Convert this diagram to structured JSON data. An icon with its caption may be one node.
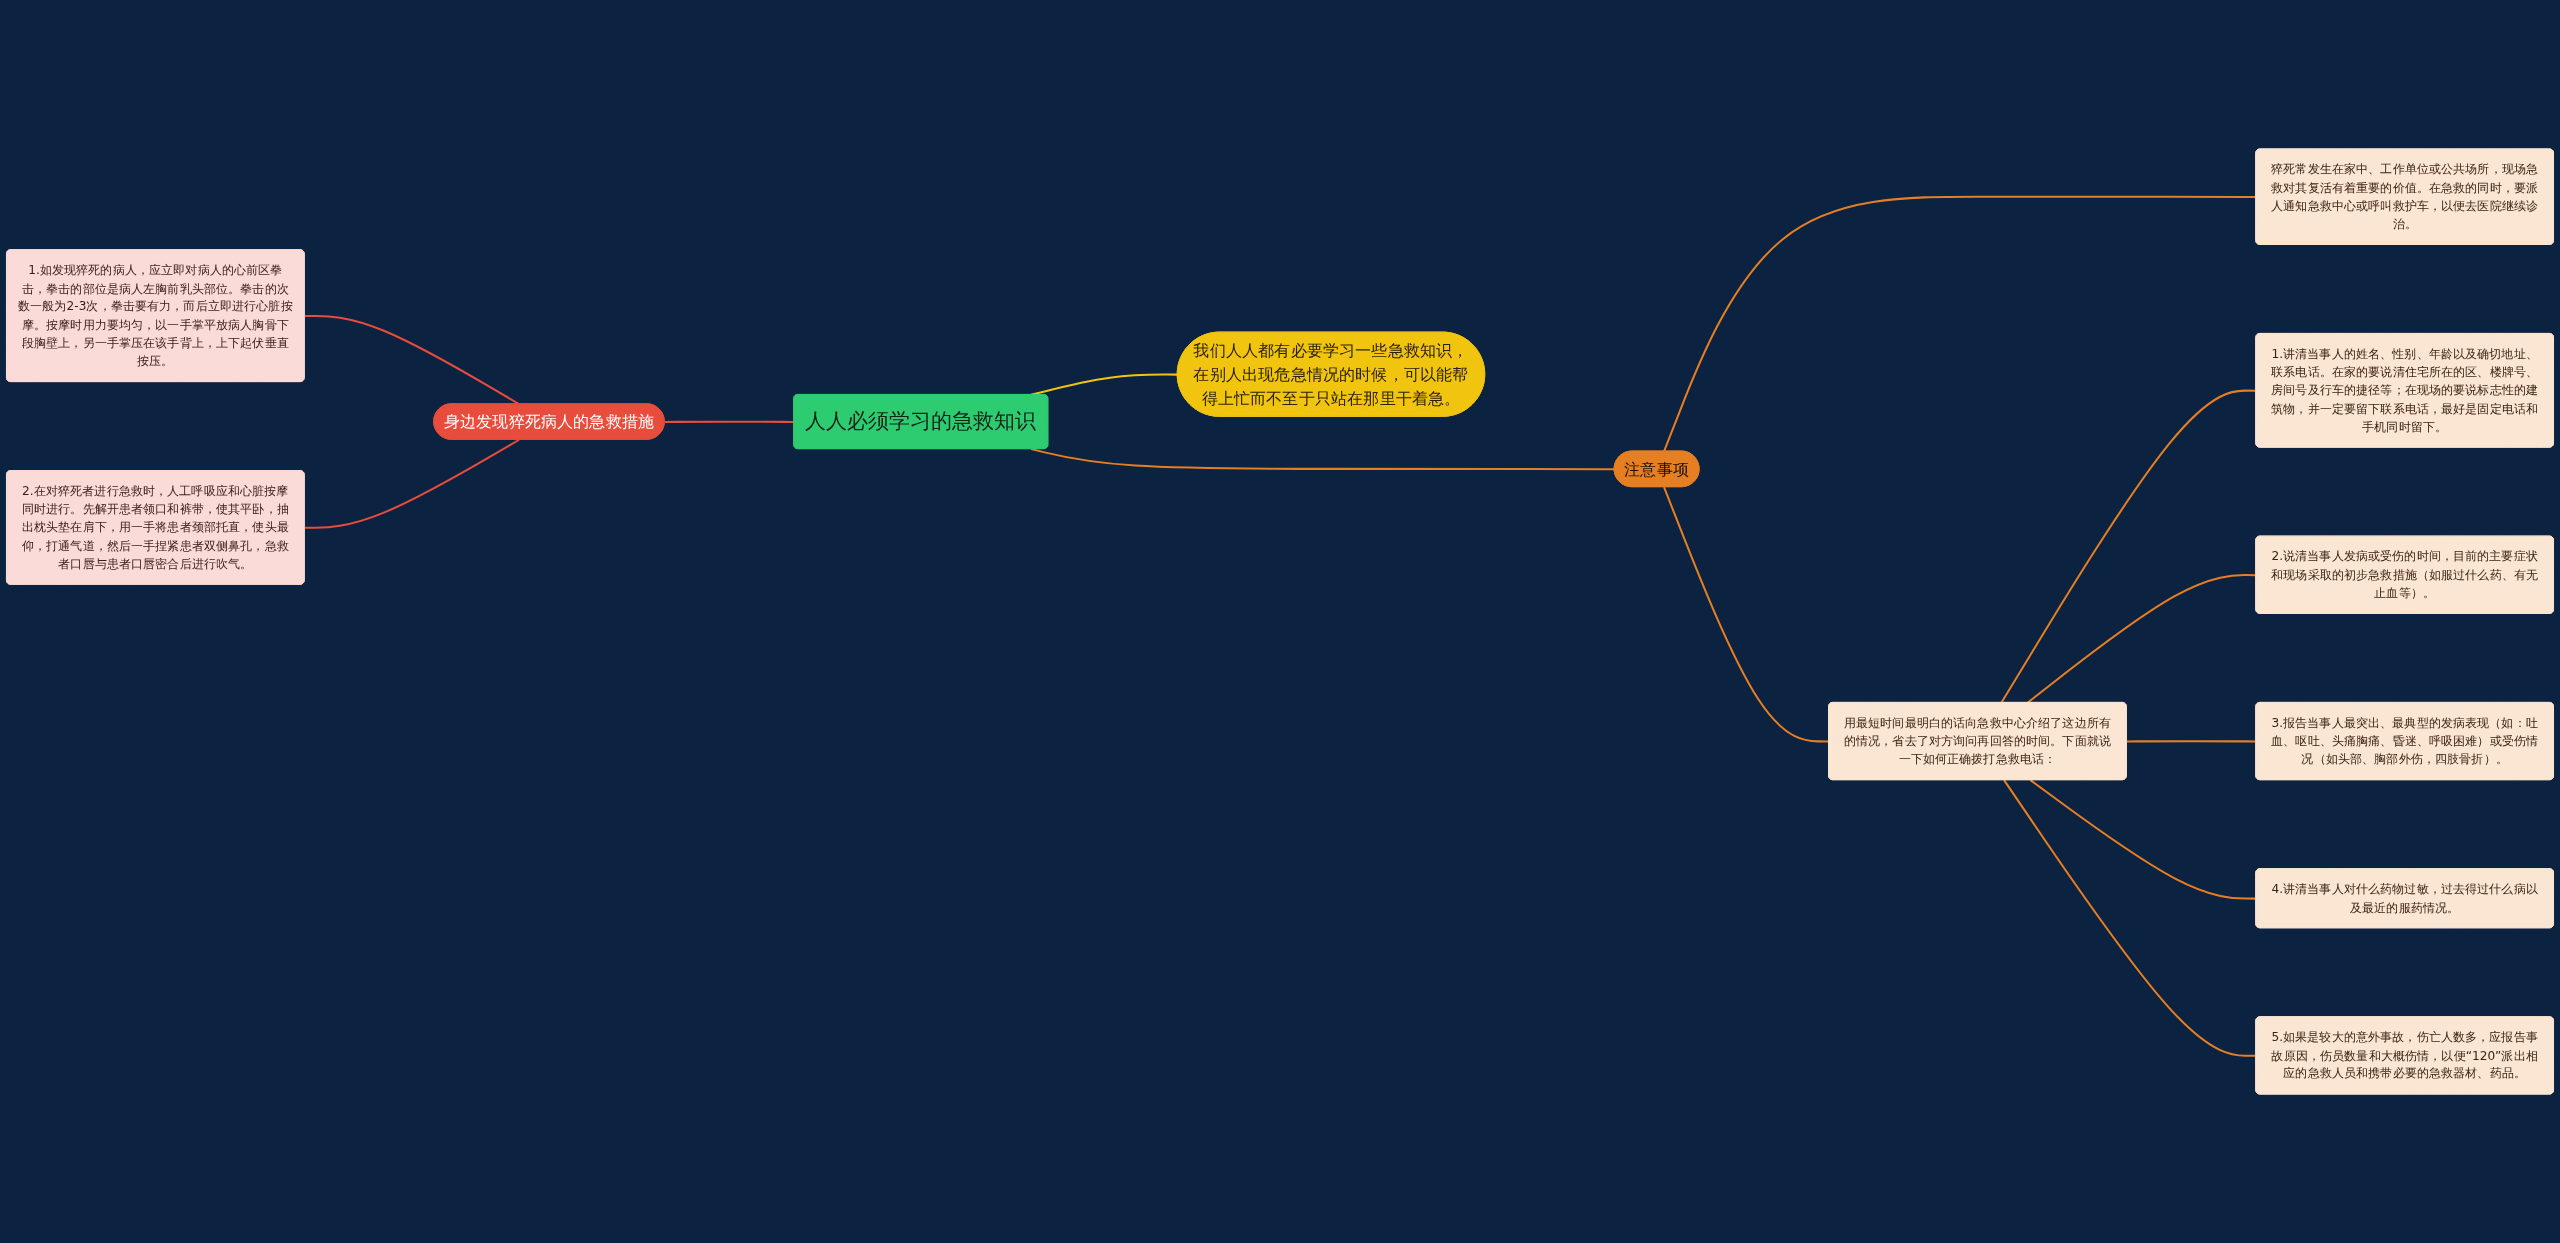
{
  "diagram": {
    "nodes": [
      {
        "text": [
          "人人必须学习的急救知识"
        ]
      },
      {
        "text": [
          "我们人人都有必要学习一些急救知识，在别人出现危急情况的时候，可以能帮得上忙而不至于只站在那里干着急。"
        ]
      },
      {
        "text": [
          "注意事项"
        ]
      },
      {
        "text": [
          "猝死常发生在家中、工作单位或公共场所，现场急救对其复活有着重要的价值。在急救的同时，要派人通知急救中心或呼叫救护车，以便去医院继续诊治。"
        ]
      },
      {
        "text": [
          "用最短时间最明白的话向急救中心介绍了这边所有的情况，省去了对方询问再回答的时间。下面就说一下如何正确拨打急救电话："
        ]
      },
      {
        "text": [
          "1.讲清当事人的姓名、性别、年龄以及确切地址、联系电话。在家的要说清住宅所在的区、楼牌号、房间号及行车的捷径等；在现场的要说标志性的建筑物，并一定要留下联系电话，最好是固定电话和手机同时留下。"
        ]
      },
      {
        "text": [
          "2.说清当事人发病或受伤的时间，目前的主要症状和现场采取的初步急救措施（如服过什么药、有无止血等）。"
        ]
      },
      {
        "text": [
          "3.报告当事人最突出、最典型的发病表现（如：吐血、呕吐、头痛胸痛、昏迷、呼吸困难）或受伤情况（如头部、胸部外伤，四肢骨折）。"
        ]
      },
      {
        "text": [
          "4.讲清当事人对什么药物过敏，过去得过什么病以及最近的服药情况。"
        ]
      },
      {
        "text": [
          "5.如果是较大的意外事故，伤亡人数多，应报告事故原因，伤员数量和大概伤情，以便“120”派出相应的急救人员和携带必要的急救器材、药品。"
        ]
      },
      {
        "text": [
          "身边发现猝死病人的急救措施"
        ]
      },
      {
        "text": [
          "1.如发现猝死的病人，应立即对病人的心前区拳击，拳击的部位是病人左胸前乳头部位。拳击的次数一般为2-3次，拳击要有力，而后立即进行心脏按摩。按摩时用力要均匀，以一手掌平放病人胸骨下段胸壁上，另一手掌压在该手背上，上下起伏垂直按压。"
        ]
      },
      {
        "text": [
          "2.在对猝死者进行急救时，人工呼吸应和心脏按摩同时进行。先解开患者领口和裤带，使其平卧，抽出枕头垫在肩下，用一手将患者颈部托直，使头最仰，打通气道，然后一手捏紧患者双侧鼻孔，急救者口唇与患者口唇密合后进行吹气。"
        ]
      }
    ],
    "edges": [
      {
        "from": 0,
        "to": 1,
        "arrow": "none",
        "color": "#f1c40f"
      },
      {
        "from": 0,
        "to": 2,
        "arrow": "none"
      },
      {
        "from": 2,
        "to": 3,
        "arrow": "none"
      },
      {
        "from": 2,
        "to": 4,
        "arrow": "none"
      },
      {
        "from": 4,
        "to": 5,
        "arrow": "none"
      },
      {
        "from": 4,
        "to": 6,
        "arrow": "none"
      },
      {
        "from": 4,
        "to": 7,
        "arrow": "none"
      },
      {
        "from": 4,
        "to": 8,
        "arrow": "none"
      },
      {
        "from": 4,
        "to": 9,
        "arrow": "none"
      },
      {
        "from": 10,
        "to": 0,
        "arrow": "none",
        "color": "#e74c3c"
      },
      {
        "from": 11,
        "to": 10,
        "arrow": "none",
        "color": "#e74c3c"
      },
      {
        "from": 12,
        "to": 10,
        "arrow": "none",
        "color": "#e74c3c"
      }
    ]
  }
}
